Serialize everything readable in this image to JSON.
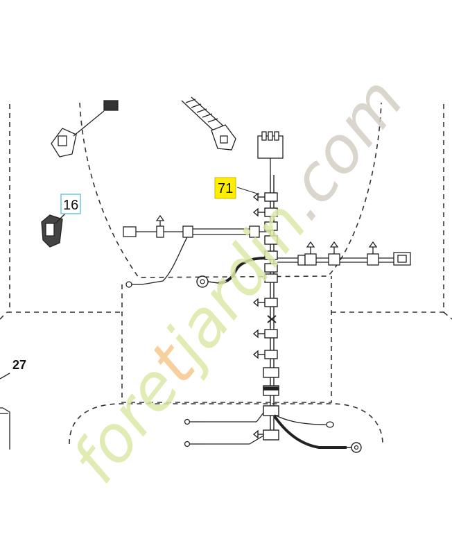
{
  "diagram": {
    "callouts": [
      {
        "id": "71",
        "label": "71",
        "style": "yellow-box",
        "color": "#ffee00"
      },
      {
        "id": "16",
        "label": "16",
        "style": "cyan-box",
        "color": "#6ec6d8"
      },
      {
        "id": "27",
        "label": "27",
        "style": "bold-plain"
      }
    ]
  },
  "watermark": {
    "parts": [
      {
        "text": "fore",
        "color": "#dbe9a8"
      },
      {
        "text": "t",
        "color": "#f6c88e"
      },
      {
        "text": "jardin",
        "color": "#dbe9a8"
      },
      {
        "text": ".com",
        "color": "#d4d0c6"
      }
    ]
  },
  "colors": {
    "line": "#222222",
    "dashed": "#333333"
  }
}
